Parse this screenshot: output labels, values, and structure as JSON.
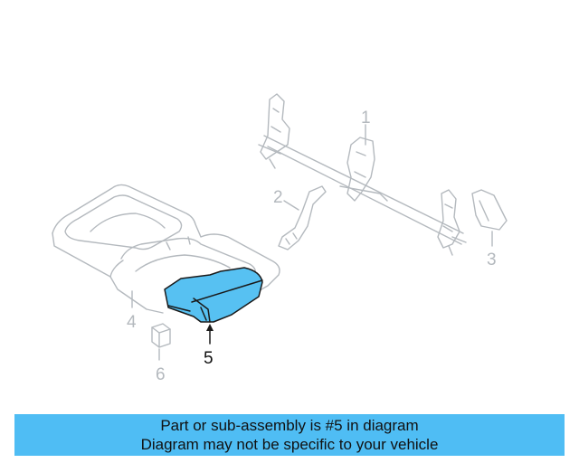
{
  "diagram": {
    "callouts": {
      "c1": "1",
      "c2": "2",
      "c3": "3",
      "c4": "4",
      "c5": "5",
      "c6": "6"
    },
    "highlight_part": "5",
    "colors": {
      "line_muted": "#b4b9be",
      "highlight_fill": "#57c1f2",
      "highlight_stroke": "#1a1a1a",
      "caption_bg": "#4fbdf4"
    }
  },
  "caption": {
    "line1": "Part or sub-assembly is #5 in diagram",
    "line2": "Diagram may not be specific to your vehicle"
  }
}
